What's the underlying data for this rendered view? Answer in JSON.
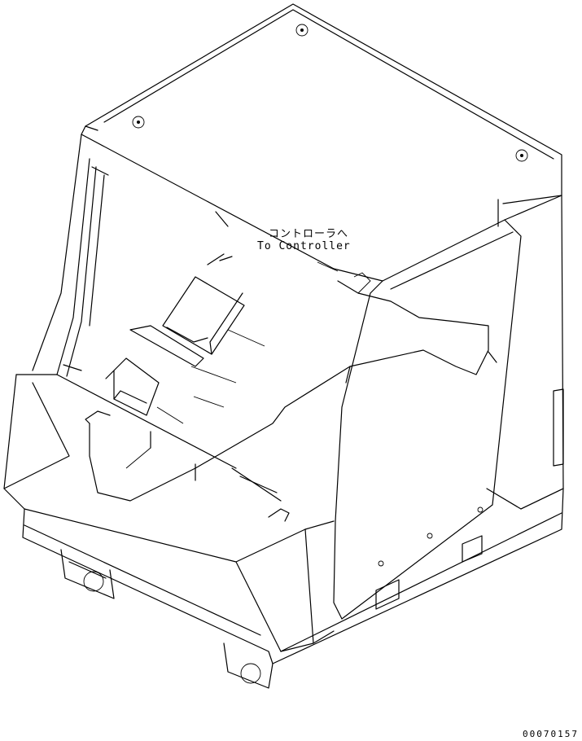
{
  "callout": {
    "label_ja": "コントローラへ",
    "label_en": "To Controller"
  },
  "drawing_number": "00070157"
}
